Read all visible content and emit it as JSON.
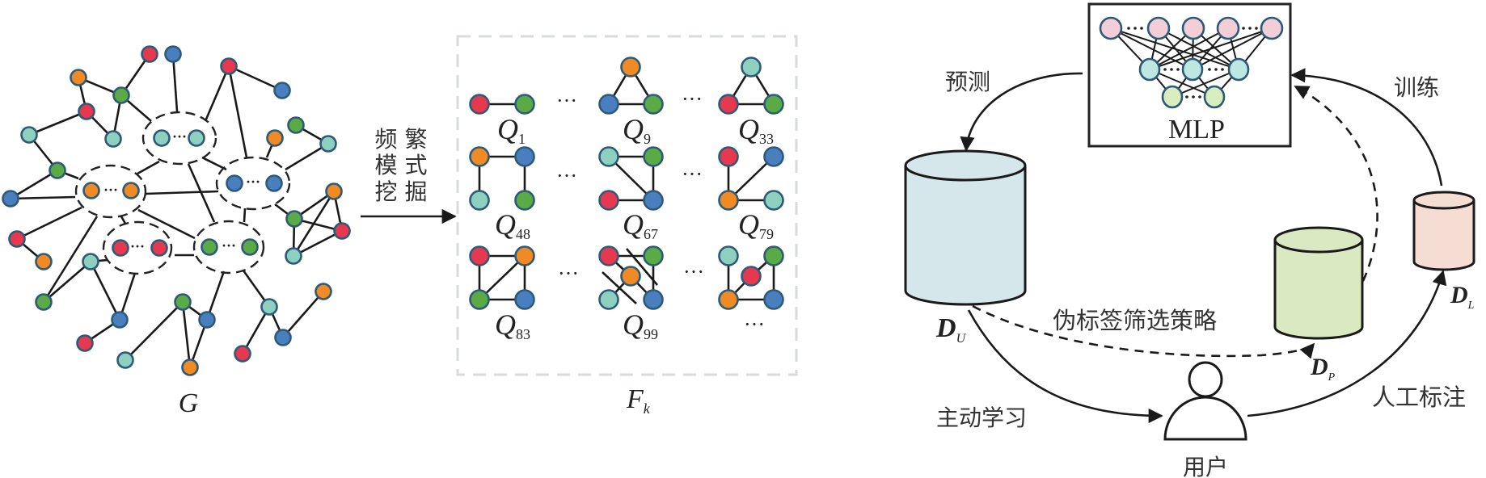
{
  "colors": {
    "red": "#e63950",
    "blue": "#4a7fbf",
    "green": "#5aab46",
    "orange": "#ef8a24",
    "teal": "#8ed0c0",
    "mlp_input": "#f2cfd6",
    "mlp_hidden": "#bfe7e1",
    "mlp_output": "#d8edc0",
    "du_fill": "#d6e7eb",
    "dp_fill": "#d9eac2",
    "dl_fill": "#f5ddd3",
    "motif_box": "#d8dcdc"
  },
  "graph": {
    "label": "G",
    "cluster_dots": "···"
  },
  "mining": {
    "line1": "频 繁",
    "line2": "模 式",
    "line3": "挖 掘"
  },
  "motif_set": {
    "label": "F",
    "subscript": "k",
    "ellipsis": "···",
    "more": "···",
    "motifs": [
      {
        "label": "Q",
        "sub": "1"
      },
      {
        "label": "Q",
        "sub": "9"
      },
      {
        "label": "Q",
        "sub": "33"
      },
      {
        "label": "Q",
        "sub": "48"
      },
      {
        "label": "Q",
        "sub": "67"
      },
      {
        "label": "Q",
        "sub": "79"
      },
      {
        "label": "Q",
        "sub": "83"
      },
      {
        "label": "Q",
        "sub": "99"
      }
    ]
  },
  "active_loop": {
    "mlp_label": "MLP",
    "predict": "预测",
    "train": "训练",
    "unlabeled": {
      "label": "D",
      "sub": "U"
    },
    "pseudo": {
      "label": "D",
      "sub": "P"
    },
    "labeled": {
      "label": "D",
      "sub": "L"
    },
    "pseudo_strategy": "伪标签筛选策略",
    "active_learning": "主动学习",
    "manual_annotation": "人工标注",
    "user": "用户"
  }
}
